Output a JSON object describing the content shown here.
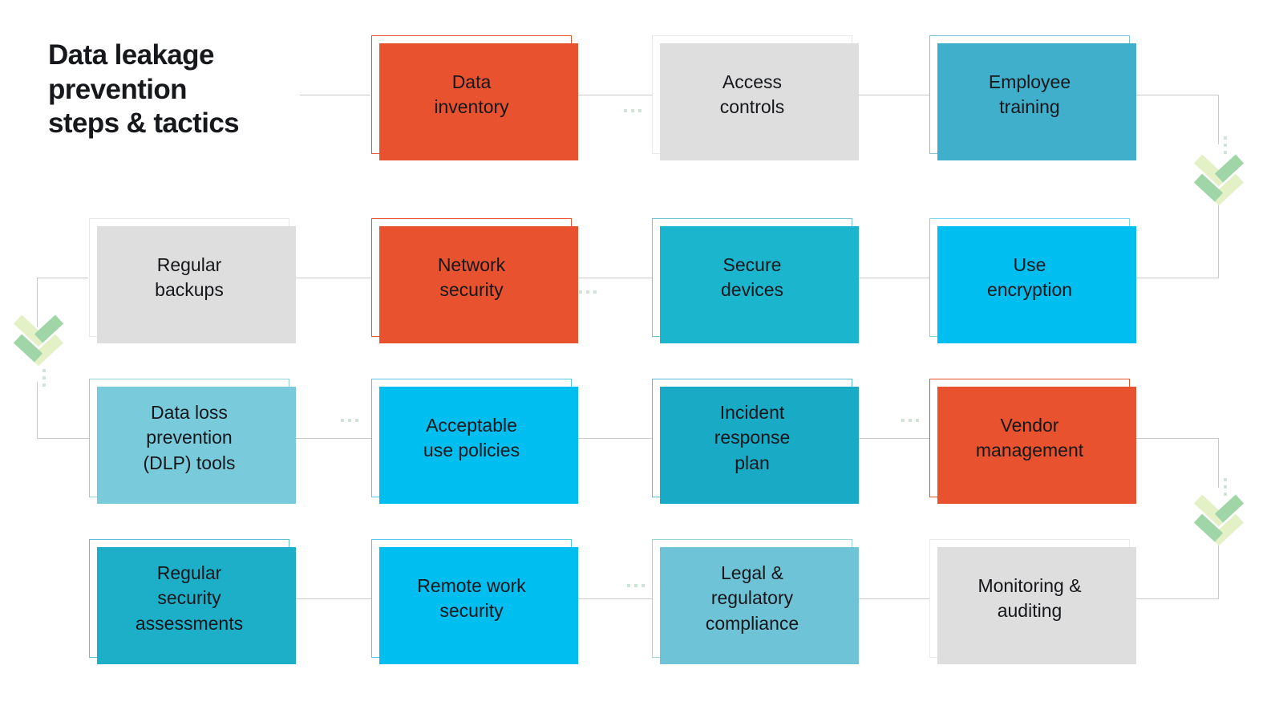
{
  "title": "Data leakage\nprevention\nsteps & tactics",
  "palette": {
    "orange": "#E8522E",
    "teal": "#2BACC4",
    "cyan": "#00BEF0",
    "pale_teal": "#8CD2DF",
    "gray": "#DEDEDE",
    "gray_border": "#E2E2E2",
    "line": "#C7C9CB",
    "chevron_light": "#E4F1C6",
    "chevron_dark": "#96D2A0",
    "dot": "#CFE3D6",
    "text": "#15171B"
  },
  "diagram": {
    "type": "serpentine-flowchart",
    "rows": 4,
    "columns": 4,
    "flow": "left-to-right then down, alternating direction"
  },
  "nodes": [
    {
      "id": "data-inventory",
      "label": "Data\ninventory",
      "row": 1,
      "col": 1,
      "border": "#E8522E",
      "shadow": "#E8522E",
      "accent": "orange"
    },
    {
      "id": "access-controls",
      "label": "Access\ncontrols",
      "row": 1,
      "col": 2,
      "border": "#E8E8E8",
      "shadow": "#DEDEDE",
      "accent": "gray"
    },
    {
      "id": "employee-training",
      "label": "Employee\ntraining",
      "row": 1,
      "col": 3,
      "border": "#7FC6DA",
      "shadow": "#3FAFCB",
      "accent": "teal"
    },
    {
      "id": "regular-backups",
      "label": "Regular\nbackups",
      "row": 2,
      "col": 1,
      "border": "#E8E8E8",
      "shadow": "#DEDEDE",
      "accent": "gray"
    },
    {
      "id": "network-security",
      "label": "Network\nsecurity",
      "row": 2,
      "col": 2,
      "border": "#E8522E",
      "shadow": "#E8522E",
      "accent": "orange"
    },
    {
      "id": "secure-devices",
      "label": "Secure\ndevices",
      "row": 2,
      "col": 3,
      "border": "#6FC2D6",
      "shadow": "#1BB5CE",
      "accent": "teal"
    },
    {
      "id": "use-encryption",
      "label": "Use\nencryption",
      "row": 2,
      "col": 4,
      "border": "#7ED6EE",
      "shadow": "#00BEF0",
      "accent": "cyan"
    },
    {
      "id": "dlp-tools",
      "label": "Data loss\nprevention\n(DLP) tools",
      "row": 3,
      "col": 1,
      "border": "#8FD3E2",
      "shadow": "#79CBDC",
      "accent": "pale_teal"
    },
    {
      "id": "acceptable-use",
      "label": "Acceptable\nuse policies",
      "row": 3,
      "col": 2,
      "border": "#56C6E8",
      "shadow": "#00BEF0",
      "accent": "cyan"
    },
    {
      "id": "incident-response",
      "label": "Incident\nresponse\nplan",
      "row": 3,
      "col": 3,
      "border": "#55BCD4",
      "shadow": "#19ABC6",
      "accent": "teal"
    },
    {
      "id": "vendor-management",
      "label": "Vendor\nmanagement",
      "row": 3,
      "col": 4,
      "border": "#E8522E",
      "shadow": "#E8522E",
      "accent": "orange"
    },
    {
      "id": "security-assessments",
      "label": "Regular\nsecurity\nassessments",
      "row": 4,
      "col": 1,
      "border": "#5CBFD6",
      "shadow": "#1DAEC8",
      "accent": "teal"
    },
    {
      "id": "remote-work-security",
      "label": "Remote work\nsecurity",
      "row": 4,
      "col": 2,
      "border": "#52C8EC",
      "shadow": "#00BEF0",
      "accent": "cyan"
    },
    {
      "id": "legal-compliance",
      "label": "Legal &\nregulatory\ncompliance",
      "row": 4,
      "col": 3,
      "border": "#9AD2E0",
      "shadow": "#6EC3D6",
      "accent": "pale_teal"
    },
    {
      "id": "monitoring-auditing",
      "label": "Monitoring &\nauditing",
      "row": 4,
      "col": 4,
      "border": "#EAEAEA",
      "shadow": "#DEDEDE",
      "accent": "gray"
    }
  ],
  "connectors": {
    "dot_groups": 6,
    "chevron_arrows": 3,
    "chevron_directions": [
      "down",
      "down",
      "down"
    ]
  }
}
